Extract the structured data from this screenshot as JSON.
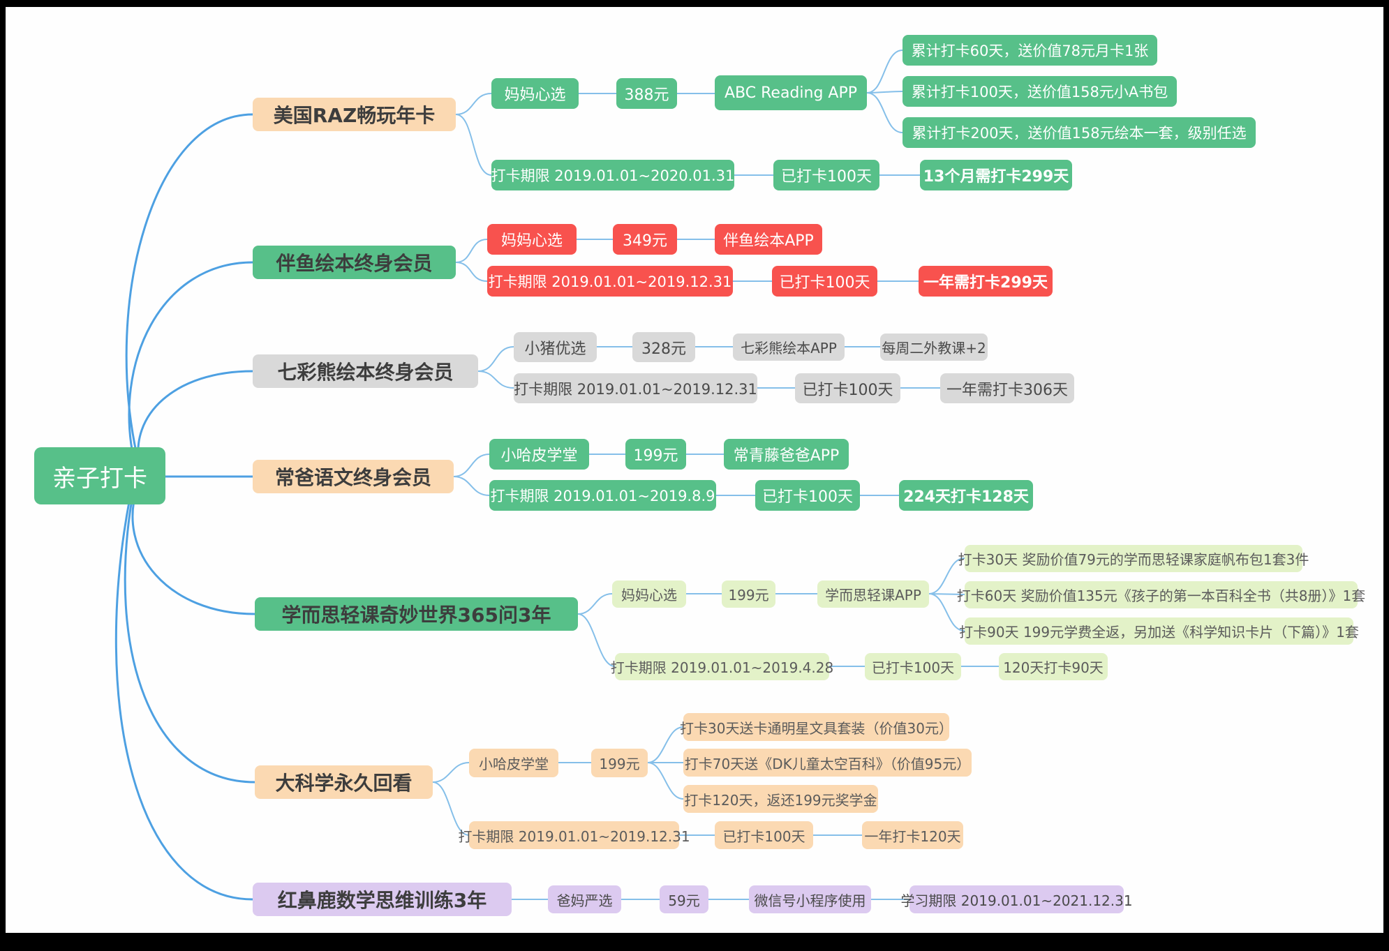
{
  "root": "亲子打卡",
  "palette": {
    "green": "#57c089",
    "red": "#f8524e",
    "gray": "#d9d9d9",
    "peach": "#fbd9b2",
    "light_green": "#e3f2c8",
    "purple": "#dccaf0",
    "root_connector_blue": "#4da0e2",
    "sub_connector_blue": "#85bfe9",
    "canvas_background": "#fefefe",
    "frame": "#000000"
  },
  "branches": [
    {
      "label": "美国RAZ畅玩年卡",
      "label_bg": "#fbd9b2",
      "node_bg": "#57c089",
      "nodes": [
        "妈妈心选",
        "388元",
        "ABC Reading APP",
        "累计打卡60天，送价值78元月卡1张",
        "累计打卡100天，送价值158元小A书包",
        "累计打卡200天，送价值158元绘本一套，级别任选",
        "打卡期限 2019.01.01~2020.01.31",
        "已打卡100天",
        "13个月需打卡299天"
      ]
    },
    {
      "label": "伴鱼绘本终身会员",
      "label_bg": "#57c089",
      "node_bg": "#f8524e",
      "nodes": [
        "妈妈心选",
        "349元",
        "伴鱼绘本APP",
        "打卡期限 2019.01.01~2019.12.31",
        "已打卡100天",
        "一年需打卡299天"
      ]
    },
    {
      "label": "七彩熊绘本终身会员",
      "label_bg": "#d9d9d9",
      "node_bg": "#d9d9d9",
      "nodes": [
        "小猪优选",
        "328元",
        "七彩熊绘本APP",
        "每周二外教课+2",
        "打卡期限 2019.01.01~2019.12.31",
        "已打卡100天",
        "一年需打卡306天"
      ]
    },
    {
      "label": "常爸语文终身会员",
      "label_bg": "#fbd9b2",
      "node_bg": "#57c089",
      "nodes": [
        "小哈皮学堂",
        "199元",
        "常青藤爸爸APP",
        "打卡期限 2019.01.01~2019.8.9",
        "已打卡100天",
        "224天打卡128天"
      ]
    },
    {
      "label": "学而思轻课奇妙世界365问3年",
      "label_bg": "#57c089",
      "node_bg": "#e3f2c8",
      "nodes": [
        "妈妈心选",
        "199元",
        "学而思轻课APP",
        "打卡30天 奖励价值79元的学而思轻课家庭帆布包1套3件",
        "打卡60天 奖励价值135元《孩子的第一本百科全书（共8册）》1套",
        "打卡90天 199元学费全返，另加送《科学知识卡片（下篇）》1套",
        "打卡期限 2019.01.01~2019.4.28",
        "已打卡100天",
        "120天打卡90天"
      ]
    },
    {
      "label": "大科学永久回看",
      "label_bg": "#fbd9b2",
      "node_bg": "#fbd9b2",
      "nodes": [
        "小哈皮学堂",
        "199元",
        "打卡30天送卡通明星文具套装（价值30元）",
        "打卡70天送《DK儿童太空百科》（价值95元）",
        "打卡120天，返还199元奖学金",
        "打卡期限 2019.01.01~2019.12.31",
        "已打卡100天",
        "一年打卡120天"
      ]
    },
    {
      "label": "红鼻鹿数学思维训练3年",
      "label_bg": "#dccaf0",
      "node_bg": "#dccaf0",
      "nodes": [
        "爸妈严选",
        "59元",
        "微信号小程序使用",
        "学习期限 2019.01.01~2021.12.31"
      ]
    }
  ]
}
